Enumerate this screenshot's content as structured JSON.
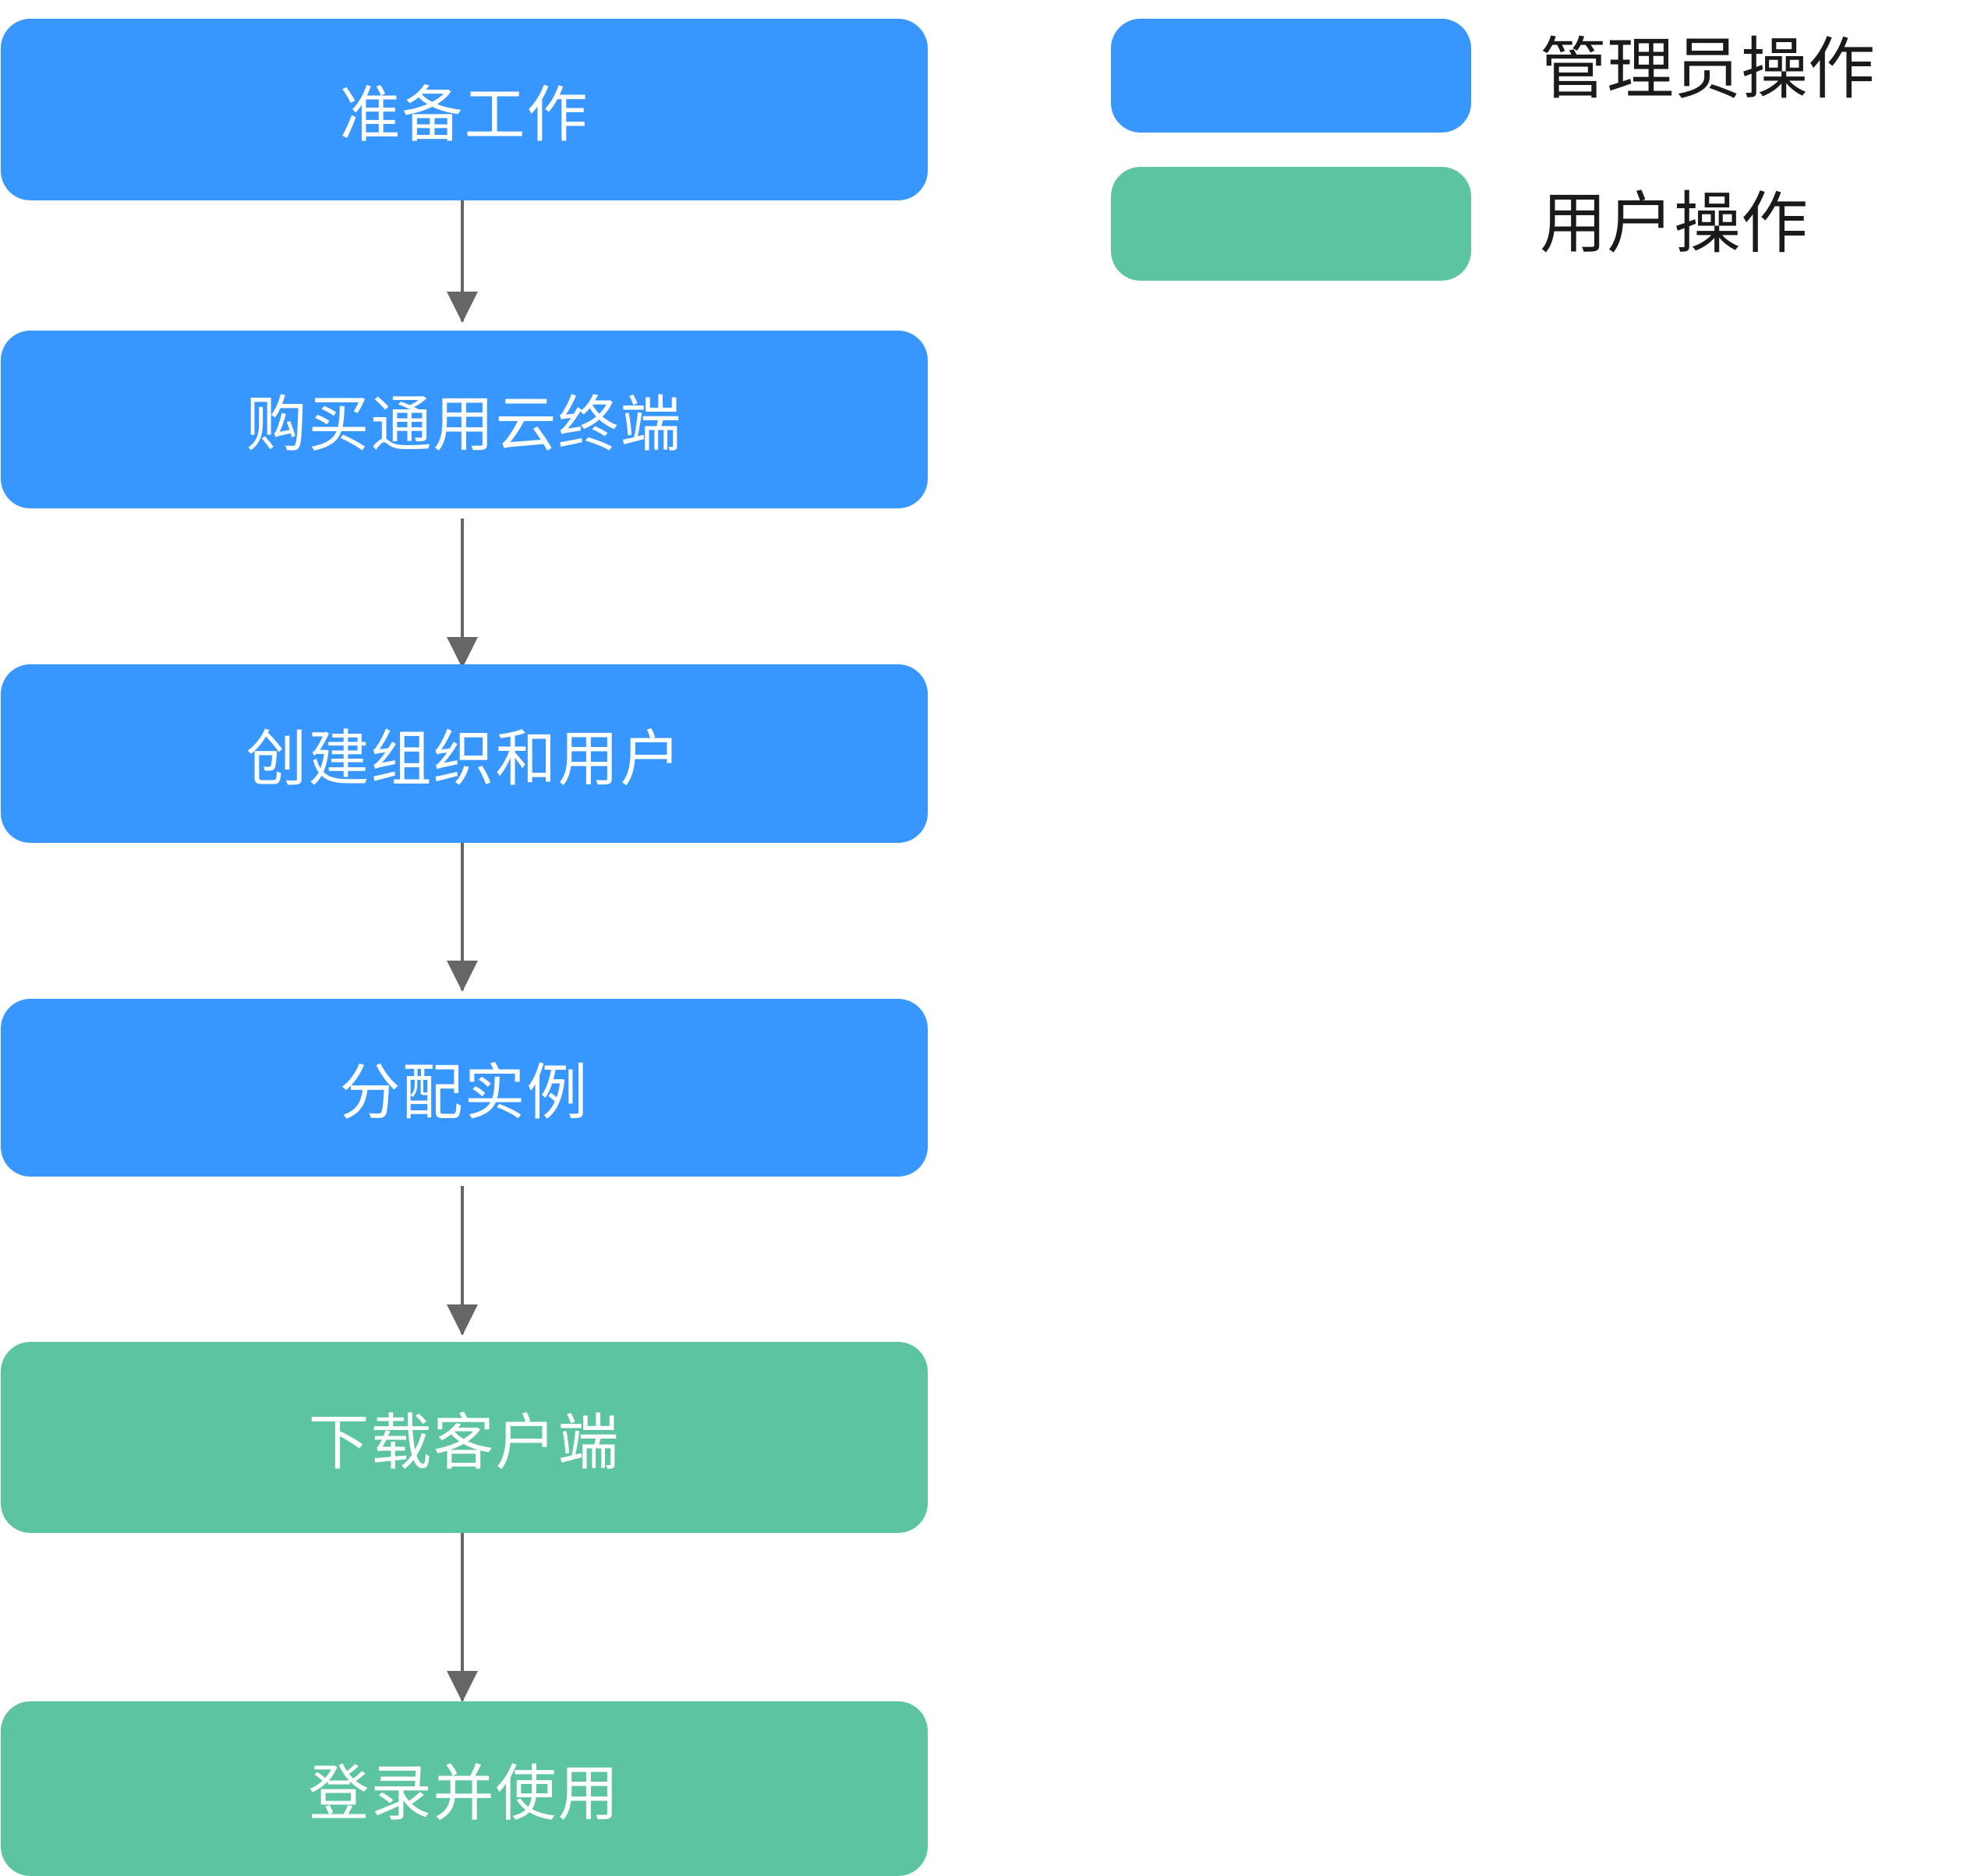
{
  "flow": {
    "steps": [
      {
        "label": "准备工作",
        "role": "admin"
      },
      {
        "label": "购买通用云终端",
        "role": "admin"
      },
      {
        "label": "创建组织和用户",
        "role": "admin"
      },
      {
        "label": "分配实例",
        "role": "admin"
      },
      {
        "label": "下载客户端",
        "role": "user"
      },
      {
        "label": "登录并使用",
        "role": "user"
      }
    ]
  },
  "legend": {
    "admin": {
      "label": "管理员操作",
      "color": "#3797ff"
    },
    "user": {
      "label": "用户操作",
      "color": "#5cc4a0"
    }
  }
}
